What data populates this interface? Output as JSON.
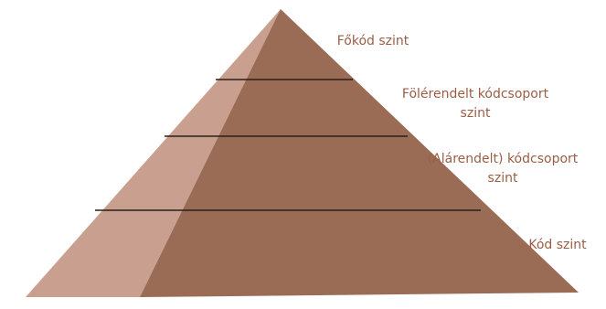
{
  "colors": {
    "face_left": "#c9a090",
    "face_right": "#9a6b55",
    "divider": "#2a1f1a",
    "label_text": "#9a5e45"
  },
  "levels": [
    {
      "line1": "Főkód szint",
      "line2": ""
    },
    {
      "line1": "Fölérendelt kódcsoport",
      "line2": "szint"
    },
    {
      "line1": "(Alárendelt) kódcsoport",
      "line2": "szint"
    },
    {
      "line1": "Kód szint",
      "line2": ""
    }
  ]
}
